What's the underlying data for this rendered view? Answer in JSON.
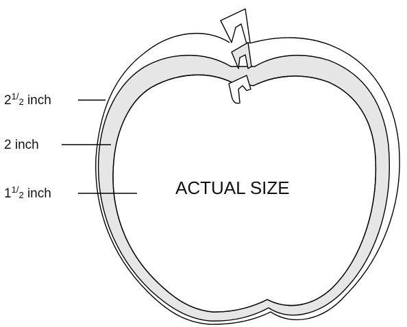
{
  "labels": {
    "size_large": {
      "whole": "2",
      "num": "1",
      "den": "2",
      "unit": "inch"
    },
    "size_medium": {
      "whole": "2",
      "unit": "inch"
    },
    "size_small": {
      "whole": "1",
      "num": "1",
      "den": "2",
      "unit": "inch"
    },
    "center": "ACTUAL SIZE"
  },
  "colors": {
    "band_fill": "#e6e6e6",
    "stroke": "#000000",
    "background": "#ffffff"
  }
}
